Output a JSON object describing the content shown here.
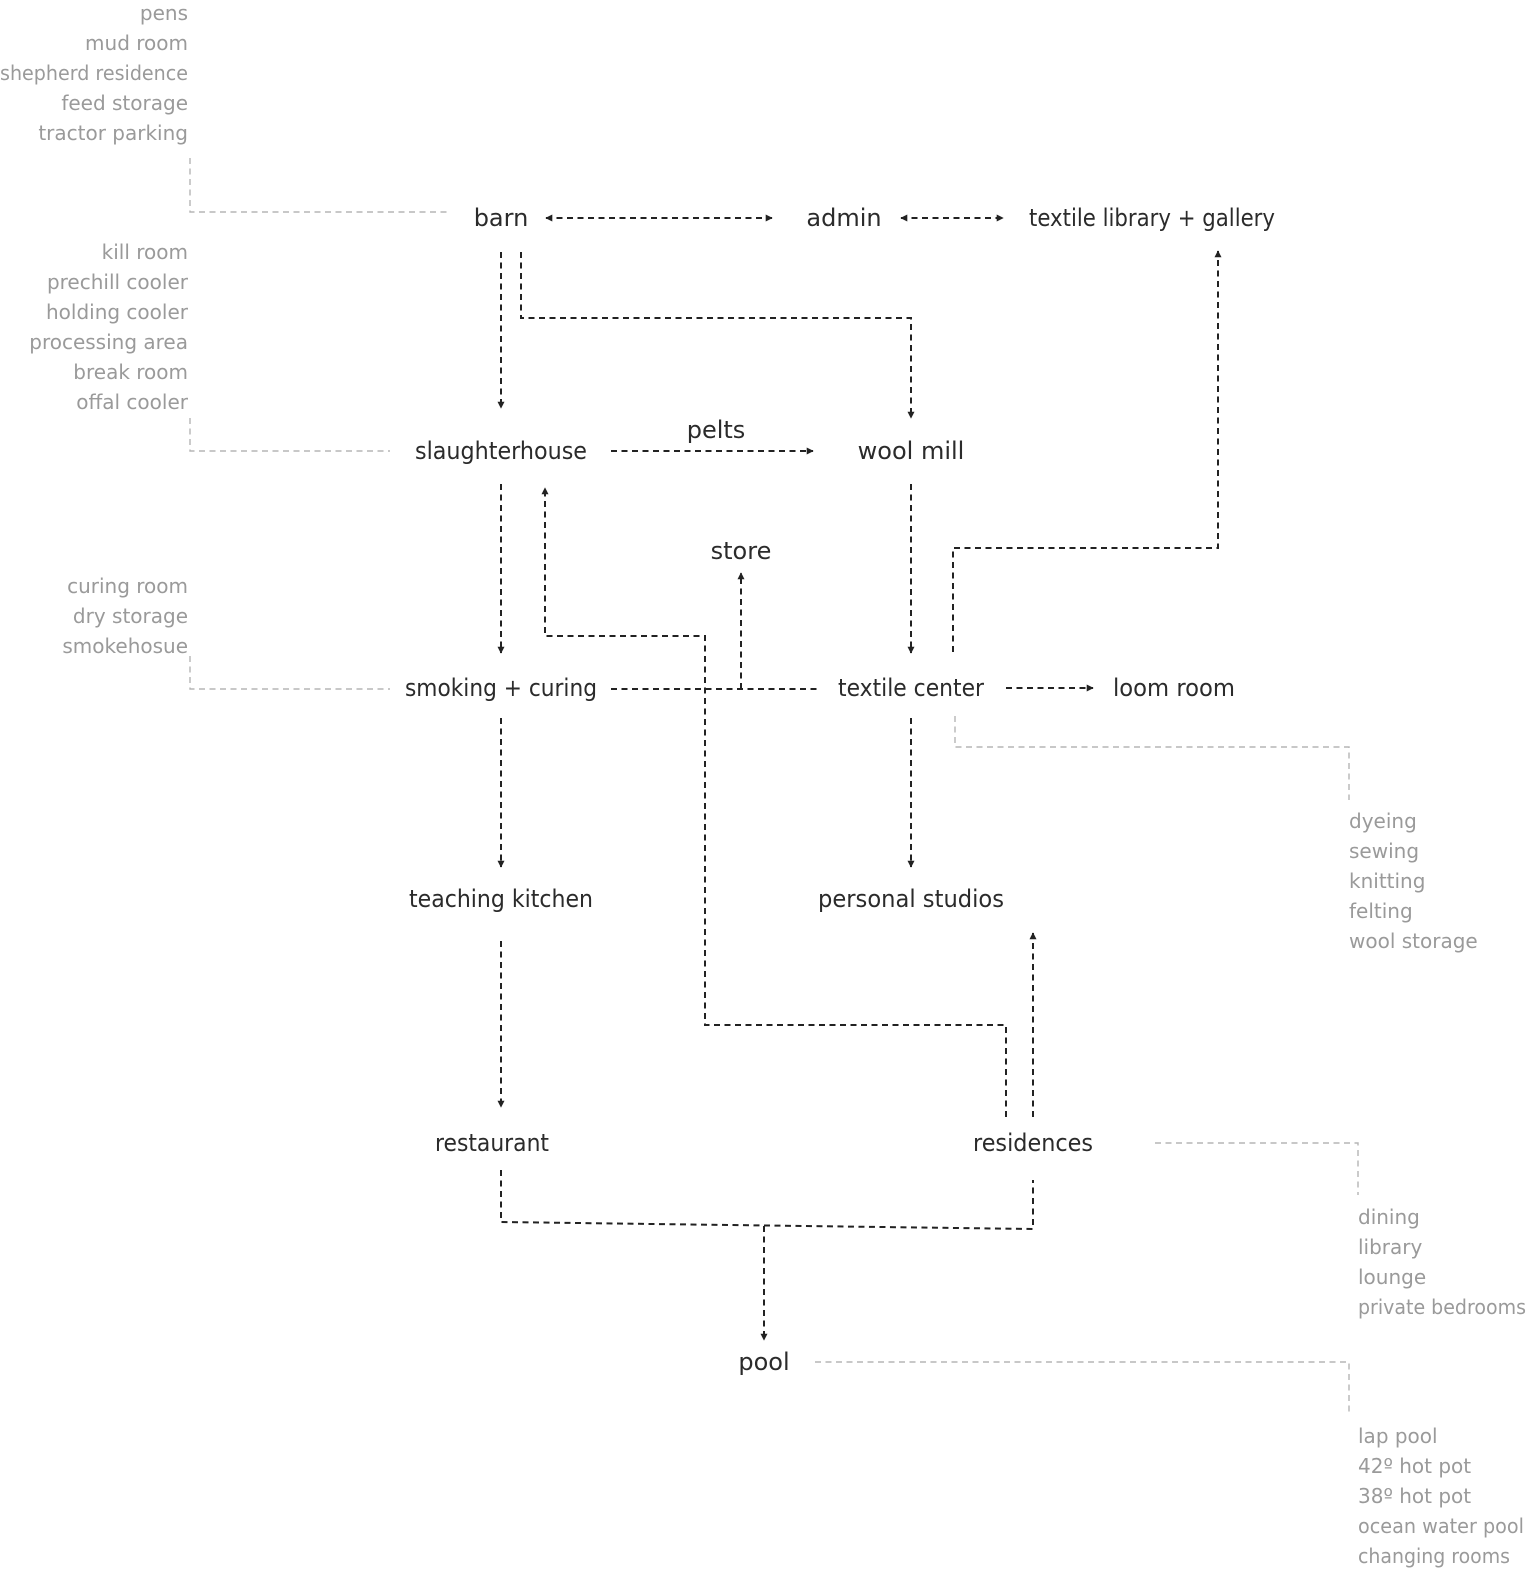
{
  "nodes": {
    "barn": "barn",
    "admin": "admin",
    "textile_library": "textile library + gallery",
    "slaughterhouse": "slaughterhouse",
    "pelts": "pelts",
    "wool_mill": "wool mill",
    "store": "store",
    "smoking_curing": "smoking + curing",
    "textile_center": "textile center",
    "loom_room": "loom room",
    "teaching_kitchen": "teaching kitchen",
    "personal_studios": "personal studios",
    "restaurant": "restaurant",
    "residences": "residences",
    "pool": "pool"
  },
  "programs": {
    "barn": [
      "pens",
      "mud room",
      "shepherd residence",
      "feed storage",
      "tractor parking"
    ],
    "slaughterhouse": [
      "kill room",
      "prechill cooler",
      "holding cooler",
      "processing area",
      "break room",
      "offal cooler"
    ],
    "smoking_curing": [
      "curing room",
      "dry storage",
      "smokehosue"
    ],
    "textile_center": [
      "dyeing",
      "sewing",
      "knitting",
      "felting",
      "wool storage"
    ],
    "residences": [
      "dining",
      "library",
      "lounge",
      "private bedrooms"
    ],
    "pool": [
      "lap pool",
      "42º hot pot",
      "38º hot pot",
      "ocean water pool",
      "changing rooms"
    ]
  },
  "colors": {
    "flow": "#222222",
    "node_text": "#2b2b2b",
    "program_text": "#9a9a9a",
    "leader": "#b5b5b5"
  }
}
